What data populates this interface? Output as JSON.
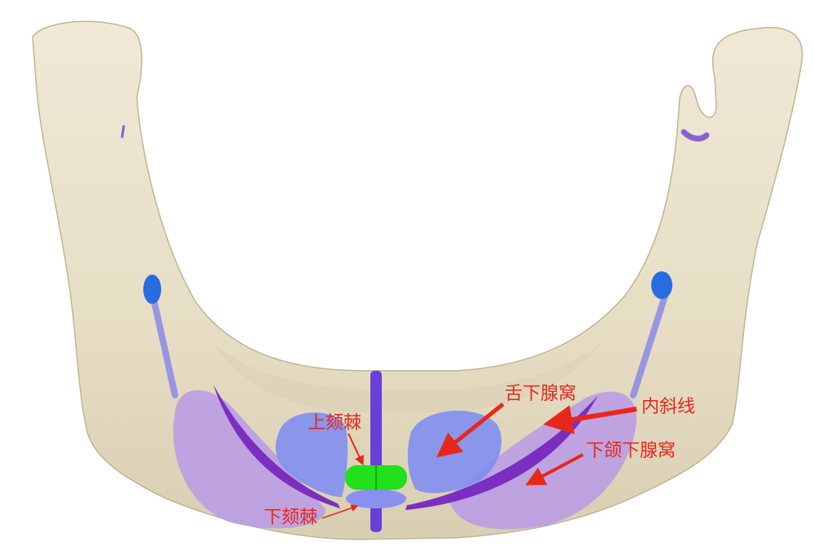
{
  "labels": {
    "sublingual_fossa": "舌下腺窝",
    "mylohyoid_line": "内斜线",
    "submandibular_fossa": "下颌下腺窝",
    "superior_genial_spine": "上颏棘",
    "inferior_genial_spine": "下颏棘"
  },
  "colors": {
    "bone": "#e9e2cc",
    "bone_shadow": "#cfc6a8",
    "submandibular_fossa": "#b99ae6",
    "sublingual_fossa": "#7f8ff0",
    "mylohyoid_line": "#7a2fc0",
    "midline": "#6a3fd6",
    "mental_spine_superior": "#22e01a",
    "mental_spine_inferior": "#8a90f0",
    "foramen": "#2a6be0",
    "mylohyoid_groove": "#8a8ae8",
    "annotation": "#e8271b"
  }
}
